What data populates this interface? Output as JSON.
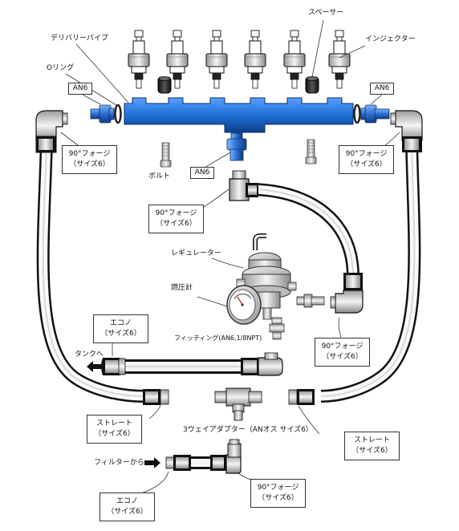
{
  "labels": {
    "spacer": "スペーサー",
    "delivery_pipe": "デリバリーパイプ",
    "injector": "インジェクター",
    "o_ring": "Oリング",
    "an6_left": "AN6",
    "an6_right": "AN6",
    "an6_center": "AN6",
    "bolt": "ボルト",
    "regulator": "レギュレーター",
    "fuel_gauge": "燃圧計",
    "fitting": "フィッティング(AN6,1/8NPT)",
    "to_tank": "タンクへ",
    "three_way": "3ウェイアダプター（ANオス サイズ6）",
    "from_filter": "フィルターから"
  },
  "boxes": {
    "forge_left": [
      "90°フォージ",
      "（サイズ6）"
    ],
    "forge_right": [
      "90°フォージ",
      "（サイズ6）"
    ],
    "forge_mid": [
      "90°フォージ",
      "（サイズ6）"
    ],
    "forge_lower": [
      "90°フォージ",
      "（サイズ6）"
    ],
    "forge_bottom": [
      "90°フォージ",
      "（サイズ6）"
    ],
    "econo_upper": [
      "エコノ",
      "（サイズ6）"
    ],
    "econo_bottom": [
      "エコノ",
      "（サイズ6）"
    ],
    "straight_left": [
      "ストレート",
      "（サイズ6）"
    ],
    "straight_right": [
      "ストレート",
      "（サイズ6）"
    ]
  },
  "colors": {
    "rail": "#1f6fd6",
    "rail_dark": "#0d3f8a",
    "fitting": "#2b6fd0",
    "hose_dark": "#1a1a1a",
    "hose_light": "#f2f2f2",
    "steel": "#d8d8d8",
    "outline": "#111111"
  }
}
